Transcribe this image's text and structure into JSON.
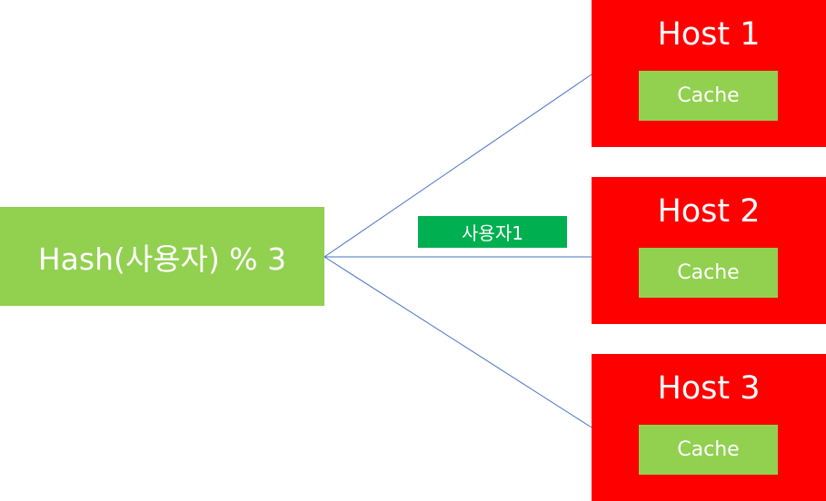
{
  "hash_node": {
    "label": "Hash(사용자) % 3"
  },
  "route_label": "사용자1",
  "hosts": [
    {
      "title": "Host 1",
      "cache_label": "Cache"
    },
    {
      "title": "Host 2",
      "cache_label": "Cache"
    },
    {
      "title": "Host 3",
      "cache_label": "Cache"
    }
  ],
  "colors": {
    "hash_box": "#92d050",
    "route_label_bg": "#00b050",
    "host_box": "#ff0000",
    "cache_box": "#92d050",
    "connector": "#4472c4"
  }
}
